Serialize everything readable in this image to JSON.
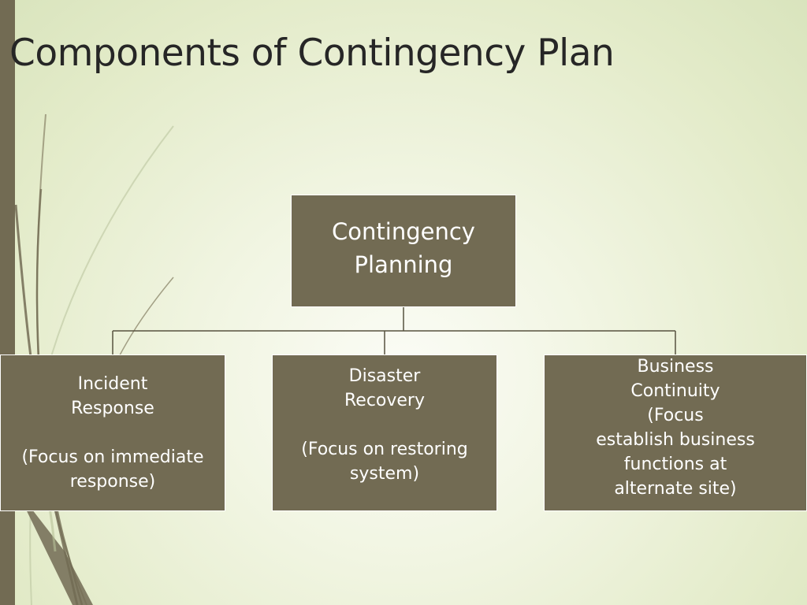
{
  "title": "Components of Contingency Plan",
  "diagram": {
    "root": {
      "label": "Contingency\nPlanning"
    },
    "children": [
      {
        "label": "Incident\nResponse\n\n(Focus on immediate\nresponse)"
      },
      {
        "label": "Disaster\nRecovery\n\n(Focus on restoring\nsystem)"
      },
      {
        "label": "Business\nContinuity\n(Focus\nestablish business\nfunctions at\nalternate site)"
      }
    ]
  },
  "colors": {
    "box_fill": "#726b53",
    "box_border": "#ffffff",
    "connector": "#57523f",
    "left_bar": "#726b53",
    "title_text": "#262626"
  }
}
